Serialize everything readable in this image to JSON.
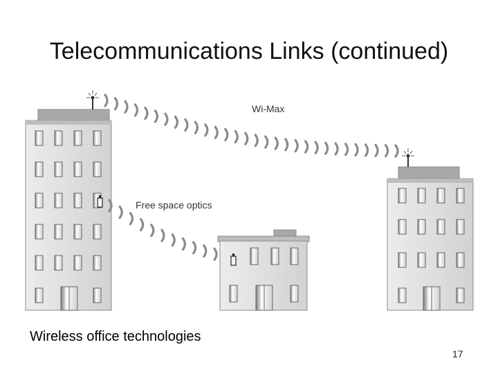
{
  "slide": {
    "title": "Telecommunications Links (continued)",
    "caption": "Wireless office technologies",
    "page_number": "17"
  },
  "diagram": {
    "links": [
      {
        "label": "Wi-Max"
      },
      {
        "label": "Free space optics"
      }
    ]
  },
  "colors": {
    "building_wall": "#d9d9d9",
    "building_outline": "#8c8c8c",
    "roof": "#a9a9a9",
    "window": "#ffffff",
    "signal_arc": "#8a8a8a"
  }
}
